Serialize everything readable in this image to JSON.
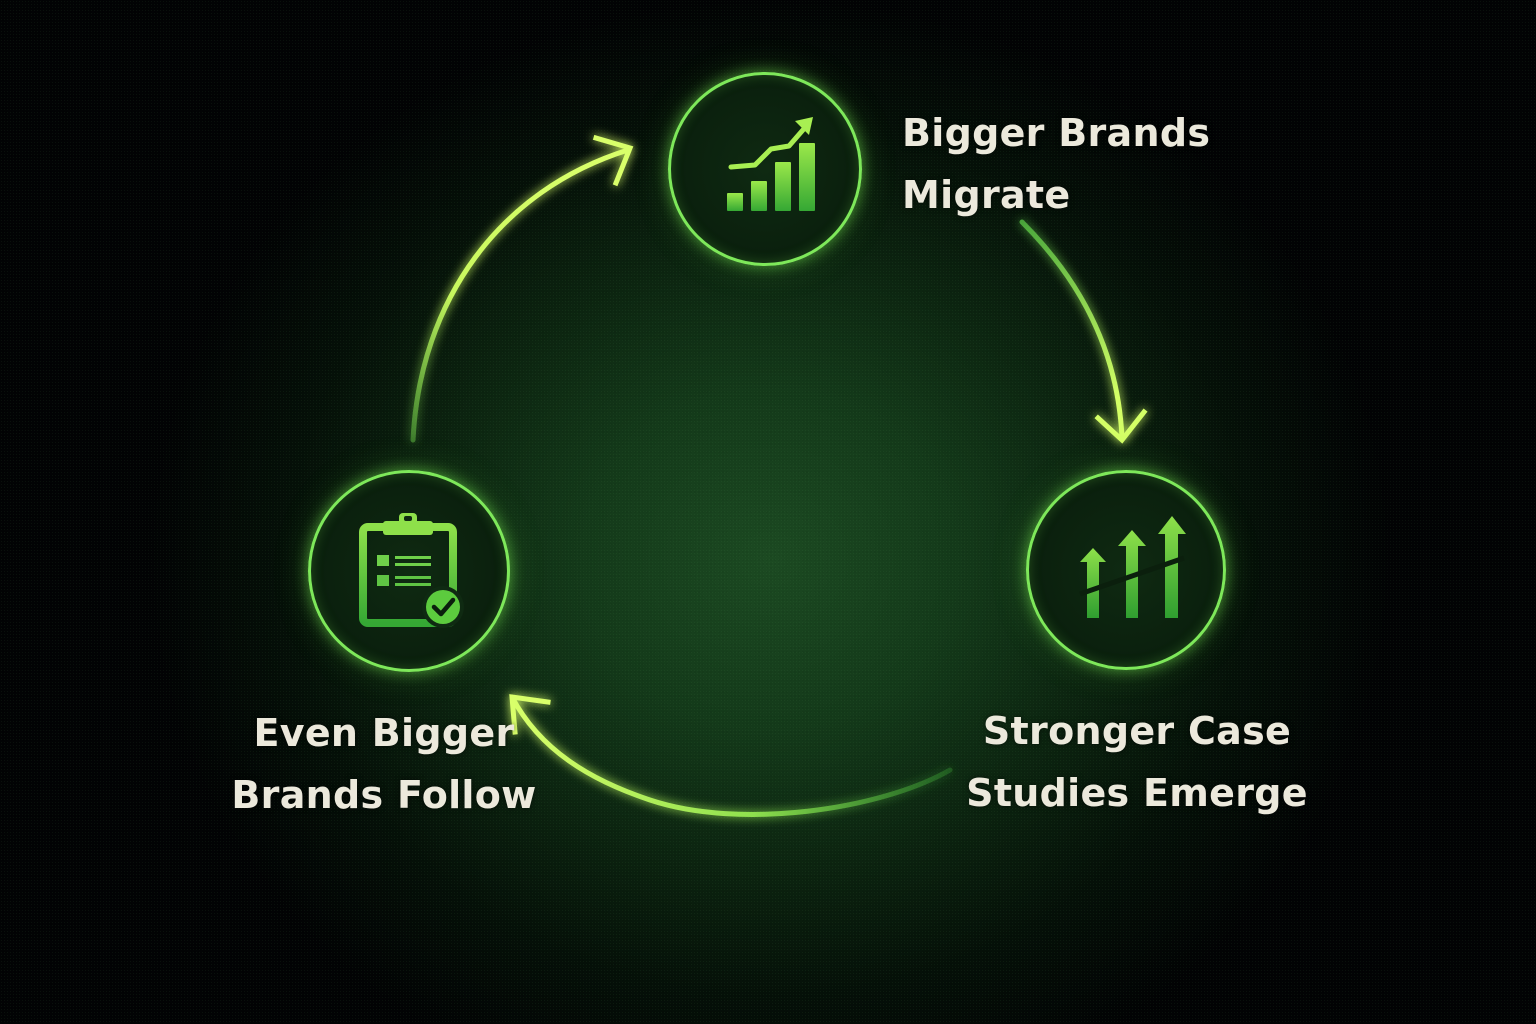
{
  "diagram": {
    "type": "cycle",
    "direction": "clockwise",
    "colors": {
      "background_dark": "#020304",
      "background_glow": "#1c4a22",
      "accent": "#7ee85a",
      "accent_bright": "#d9ff6a",
      "icon_green": "#4cc23a",
      "text": "#ece9dc"
    },
    "nodes": [
      {
        "id": "top",
        "icon": "bar-chart-trend-up-icon",
        "label_line1": "Bigger Brands",
        "label_line2": "Migrate"
      },
      {
        "id": "right",
        "icon": "rising-arrows-icon",
        "label_line1": "Stronger Case",
        "label_line2": "Studies Emerge"
      },
      {
        "id": "left",
        "icon": "clipboard-check-icon",
        "label_line1": "Even Bigger",
        "label_line2": "Brands Follow"
      }
    ],
    "edges": [
      {
        "from": "top",
        "to": "right"
      },
      {
        "from": "right",
        "to": "left"
      },
      {
        "from": "left",
        "to": "top"
      }
    ]
  }
}
